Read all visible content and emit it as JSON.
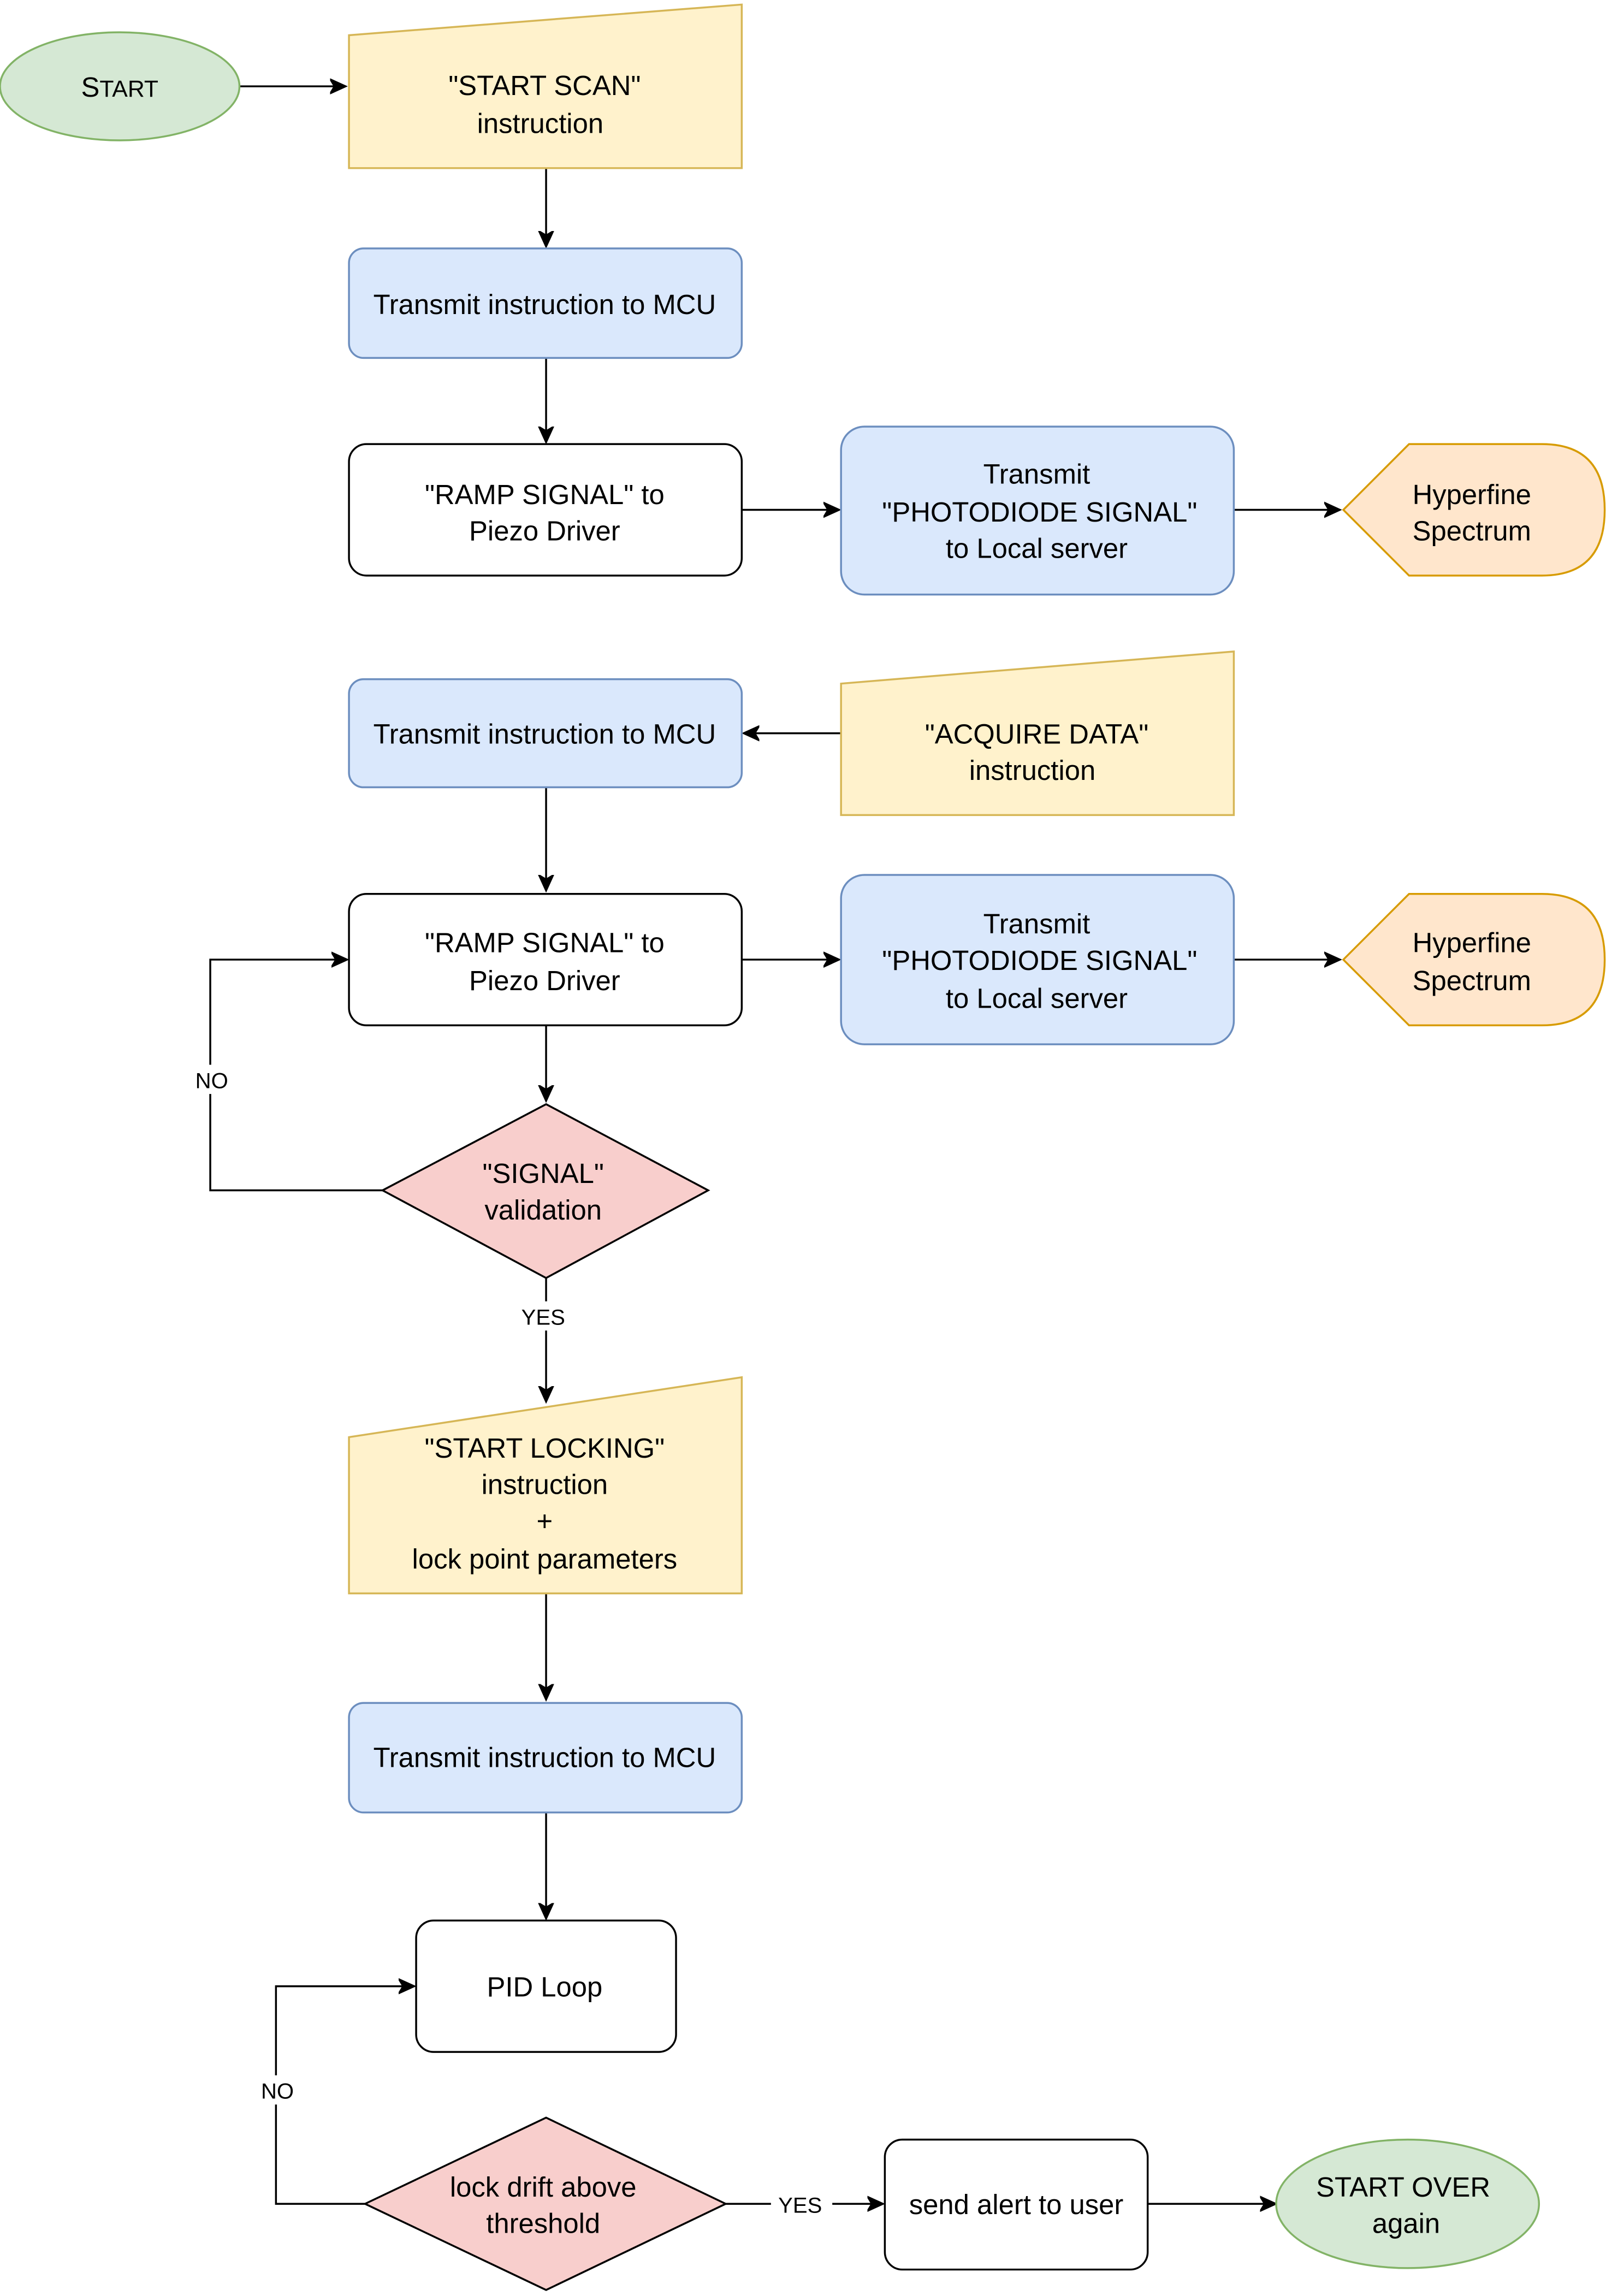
{
  "colors": {
    "green_fill": "#d5e8d4",
    "green_stroke": "#82b366",
    "yellow_fill": "#fff2cc",
    "yellow_stroke": "#d6b656",
    "blue_fill": "#dae8fc",
    "blue_stroke": "#6c8ebf",
    "orange_fill": "#ffe6cc",
    "orange_stroke": "#d79b00",
    "red_fill": "#f8cecc",
    "red_stroke": "#b85450",
    "white_fill": "#ffffff",
    "black_stroke": "#000000"
  },
  "nodes": {
    "start": {
      "label_first": "S",
      "label_rest": "TART"
    },
    "start_scan": {
      "line1": "\"START SCAN\"",
      "line2": "instruction"
    },
    "transmit_mcu_1": {
      "line1": "Transmit instruction to MCU"
    },
    "ramp_1": {
      "line1": "\"RAMP SIGNAL\"  to",
      "line2": "Piezo Driver"
    },
    "photodiode_1": {
      "line1": "Transmit",
      "line2": "\"PHOTODIODE SIGNAL\"",
      "line3": "to Local server"
    },
    "hyperfine_1": {
      "line1": "Hyperfine",
      "line2": "Spectrum"
    },
    "transmit_mcu_2": {
      "line1": "Transmit instruction to MCU"
    },
    "acquire_data": {
      "line1": "\"ACQUIRE DATA\"",
      "line2": "instruction"
    },
    "ramp_2": {
      "line1": "\"RAMP SIGNAL\"  to",
      "line2": "Piezo Driver"
    },
    "photodiode_2": {
      "line1": "Transmit",
      "line2": "\"PHOTODIODE SIGNAL\"",
      "line3": "to Local server"
    },
    "hyperfine_2": {
      "line1": "Hyperfine",
      "line2": "Spectrum"
    },
    "signal_validation": {
      "line1": "\"SIGNAL\"",
      "line2": "validation"
    },
    "start_locking": {
      "line1": "\"START LOCKING\"",
      "line2": "instruction",
      "line3": "+",
      "line4": "lock point parameters"
    },
    "transmit_mcu_3": {
      "line1": "Transmit instruction to MCU"
    },
    "pid_loop": {
      "line1": "PID Loop"
    },
    "lock_drift": {
      "line1": "lock drift above",
      "line2": "threshold"
    },
    "send_alert": {
      "line1": "send alert to user"
    },
    "start_over": {
      "line1": "START OVER",
      "line2": "again"
    }
  },
  "edge_labels": {
    "validation_no": "NO",
    "validation_yes": "YES",
    "drift_no": "NO",
    "drift_yes": "YES"
  }
}
